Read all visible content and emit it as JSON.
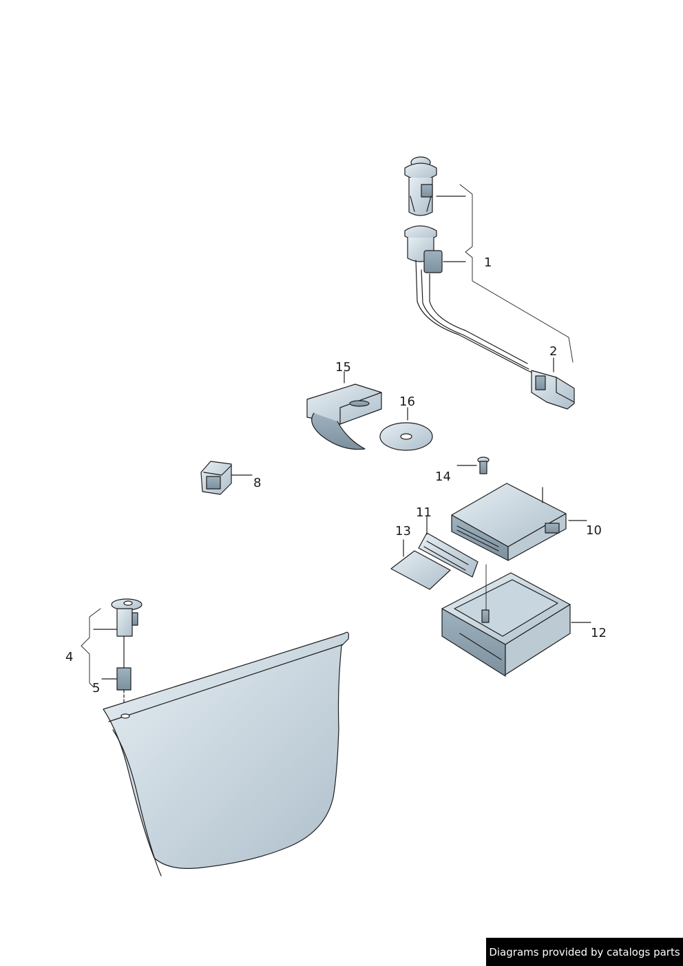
{
  "callouts": {
    "c1": "1",
    "c2": "2",
    "c4": "4",
    "c5": "5",
    "c8": "8",
    "c10": "10",
    "c11": "11",
    "c12": "12",
    "c13": "13",
    "c14": "14",
    "c15": "15",
    "c16": "16"
  },
  "credit": "Diagrams provided by catalogs parts",
  "colors": {
    "part_fill": "#d8e4ec",
    "part_dark": "#a9bcc9",
    "line": "#1c1c1c"
  }
}
